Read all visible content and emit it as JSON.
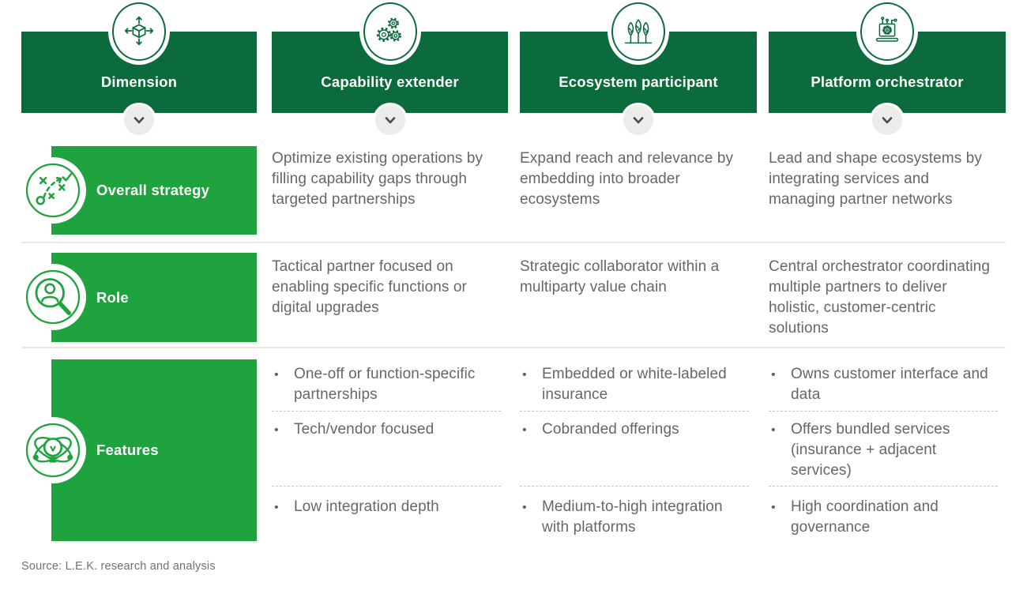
{
  "page": {
    "background": "#ffffff"
  },
  "colors": {
    "header_green": "#0C6B3D",
    "row_green": "#1FA33E",
    "body_text": "#64676A",
    "chevron_circle": "#ECECEA",
    "chevron_glyph": "#4B4B4B",
    "separator": "#E9E9E6",
    "dashed_separator": "#C6C6C3"
  },
  "icons": {
    "column_icons": [
      "cube-axes-icon",
      "gears-icon",
      "trees-icon",
      "laptop-gear-icon"
    ],
    "row_icons": [
      "strategy-playbook-icon",
      "person-magnifier-icon",
      "idea-orbit-icon"
    ],
    "header_connector": "chevron-down-icon"
  },
  "table": {
    "columns": [
      {
        "label": "Dimension"
      },
      {
        "label": "Capability extender"
      },
      {
        "label": "Ecosystem participant"
      },
      {
        "label": "Platform orchestrator"
      }
    ],
    "rows": [
      {
        "label": "Overall strategy",
        "cells": [
          "Optimize existing operations by filling capability gaps through targeted partnerships",
          "Expand reach and relevance by embedding into broader ecosystems",
          "Lead and shape ecosystems by integrating services and managing partner networks"
        ]
      },
      {
        "label": "Role",
        "cells": [
          "Tactical partner focused on enabling specific functions or digital upgrades",
          "Strategic collaborator within a multiparty value chain",
          "Central orchestrator coordinating multiple partners to deliver holistic, customer-centric solutions"
        ]
      },
      {
        "label": "Features",
        "bullets": [
          [
            "One-off or function-specific partnerships",
            "Tech/vendor focused",
            "Low integration depth"
          ],
          [
            "Embedded or white-labeled insurance",
            "Cobranded offerings",
            "Medium-to-high integration with platforms"
          ],
          [
            "Owns customer interface and data",
            "Offers bundled services (insurance + adjacent services)",
            "High coordination and governance"
          ]
        ]
      }
    ]
  },
  "footer": {
    "source": "Source: L.E.K. research and analysis"
  }
}
